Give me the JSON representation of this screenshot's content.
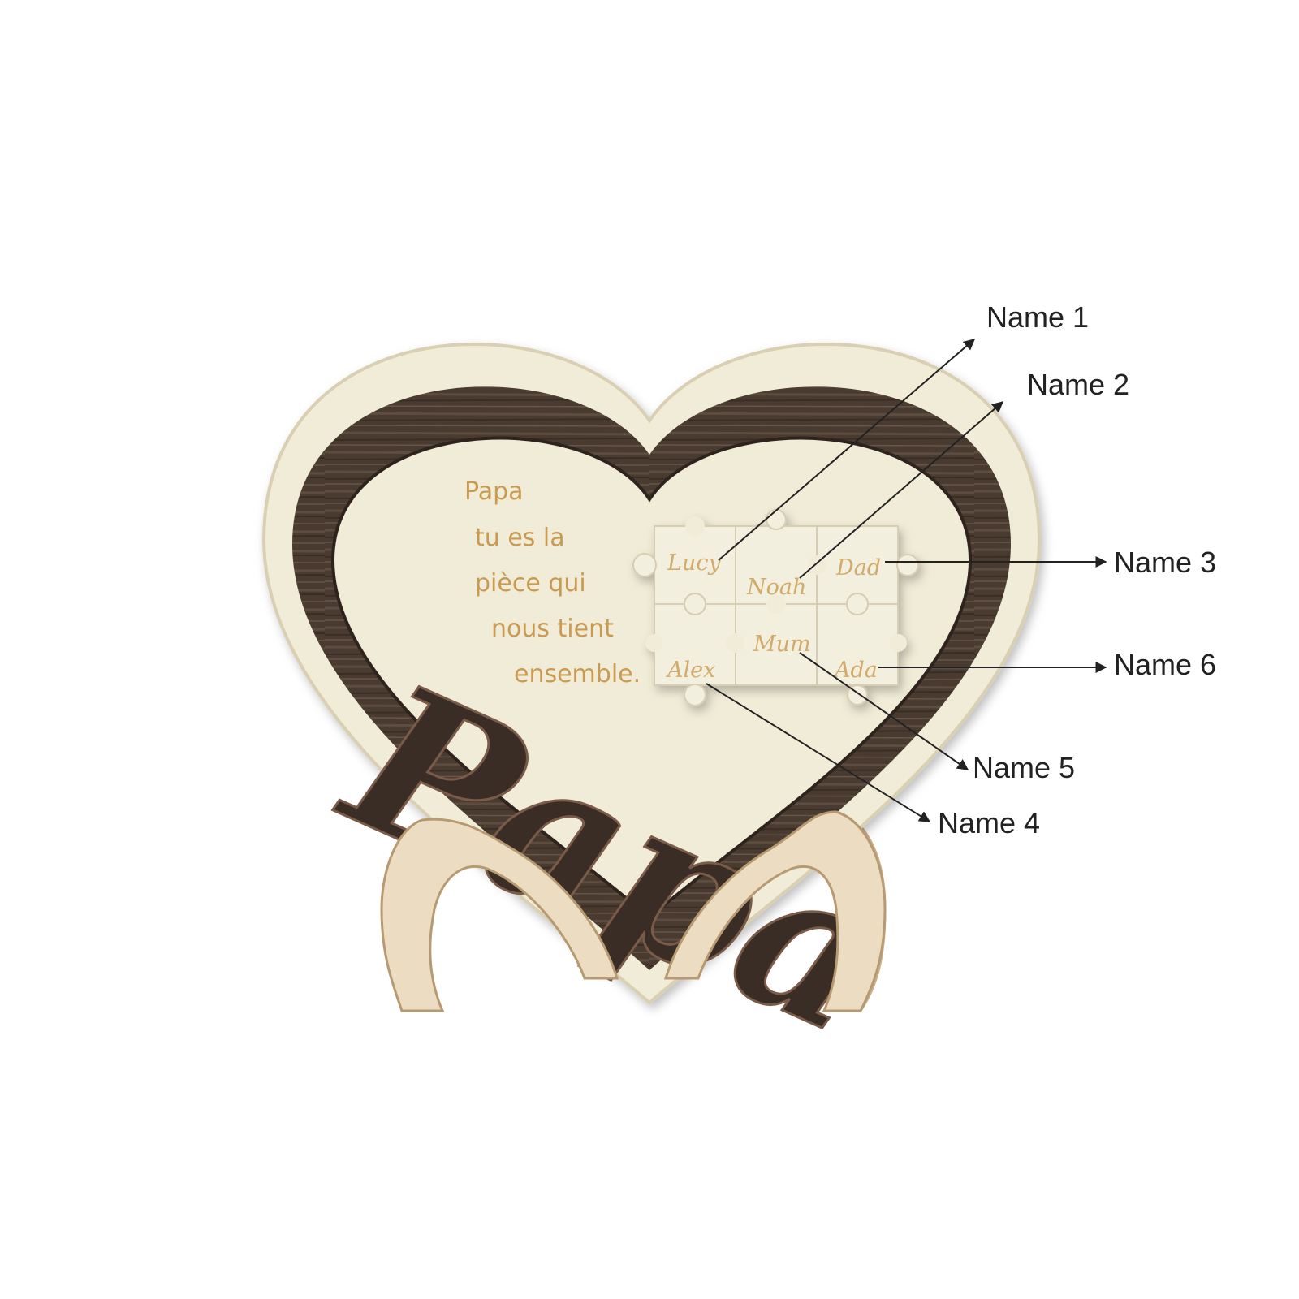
{
  "poem": [
    "Papa",
    "tu es la",
    "pièce qui",
    "nous tient",
    "ensemble."
  ],
  "script_word": "Papa",
  "puzzle_names": [
    "Lucy",
    "Noah",
    "Dad",
    "Alex",
    "Mum",
    "Ada"
  ],
  "callouts": [
    "Name 1",
    "Name 2",
    "Name 3",
    "Name 4",
    "Name 5",
    "Name 6"
  ],
  "colors": {
    "board": "#f1ecd7",
    "rim": "#4a3b31",
    "engraving": "#c99b52",
    "stand": "#ecdcc1",
    "piece": "#f3efde"
  }
}
